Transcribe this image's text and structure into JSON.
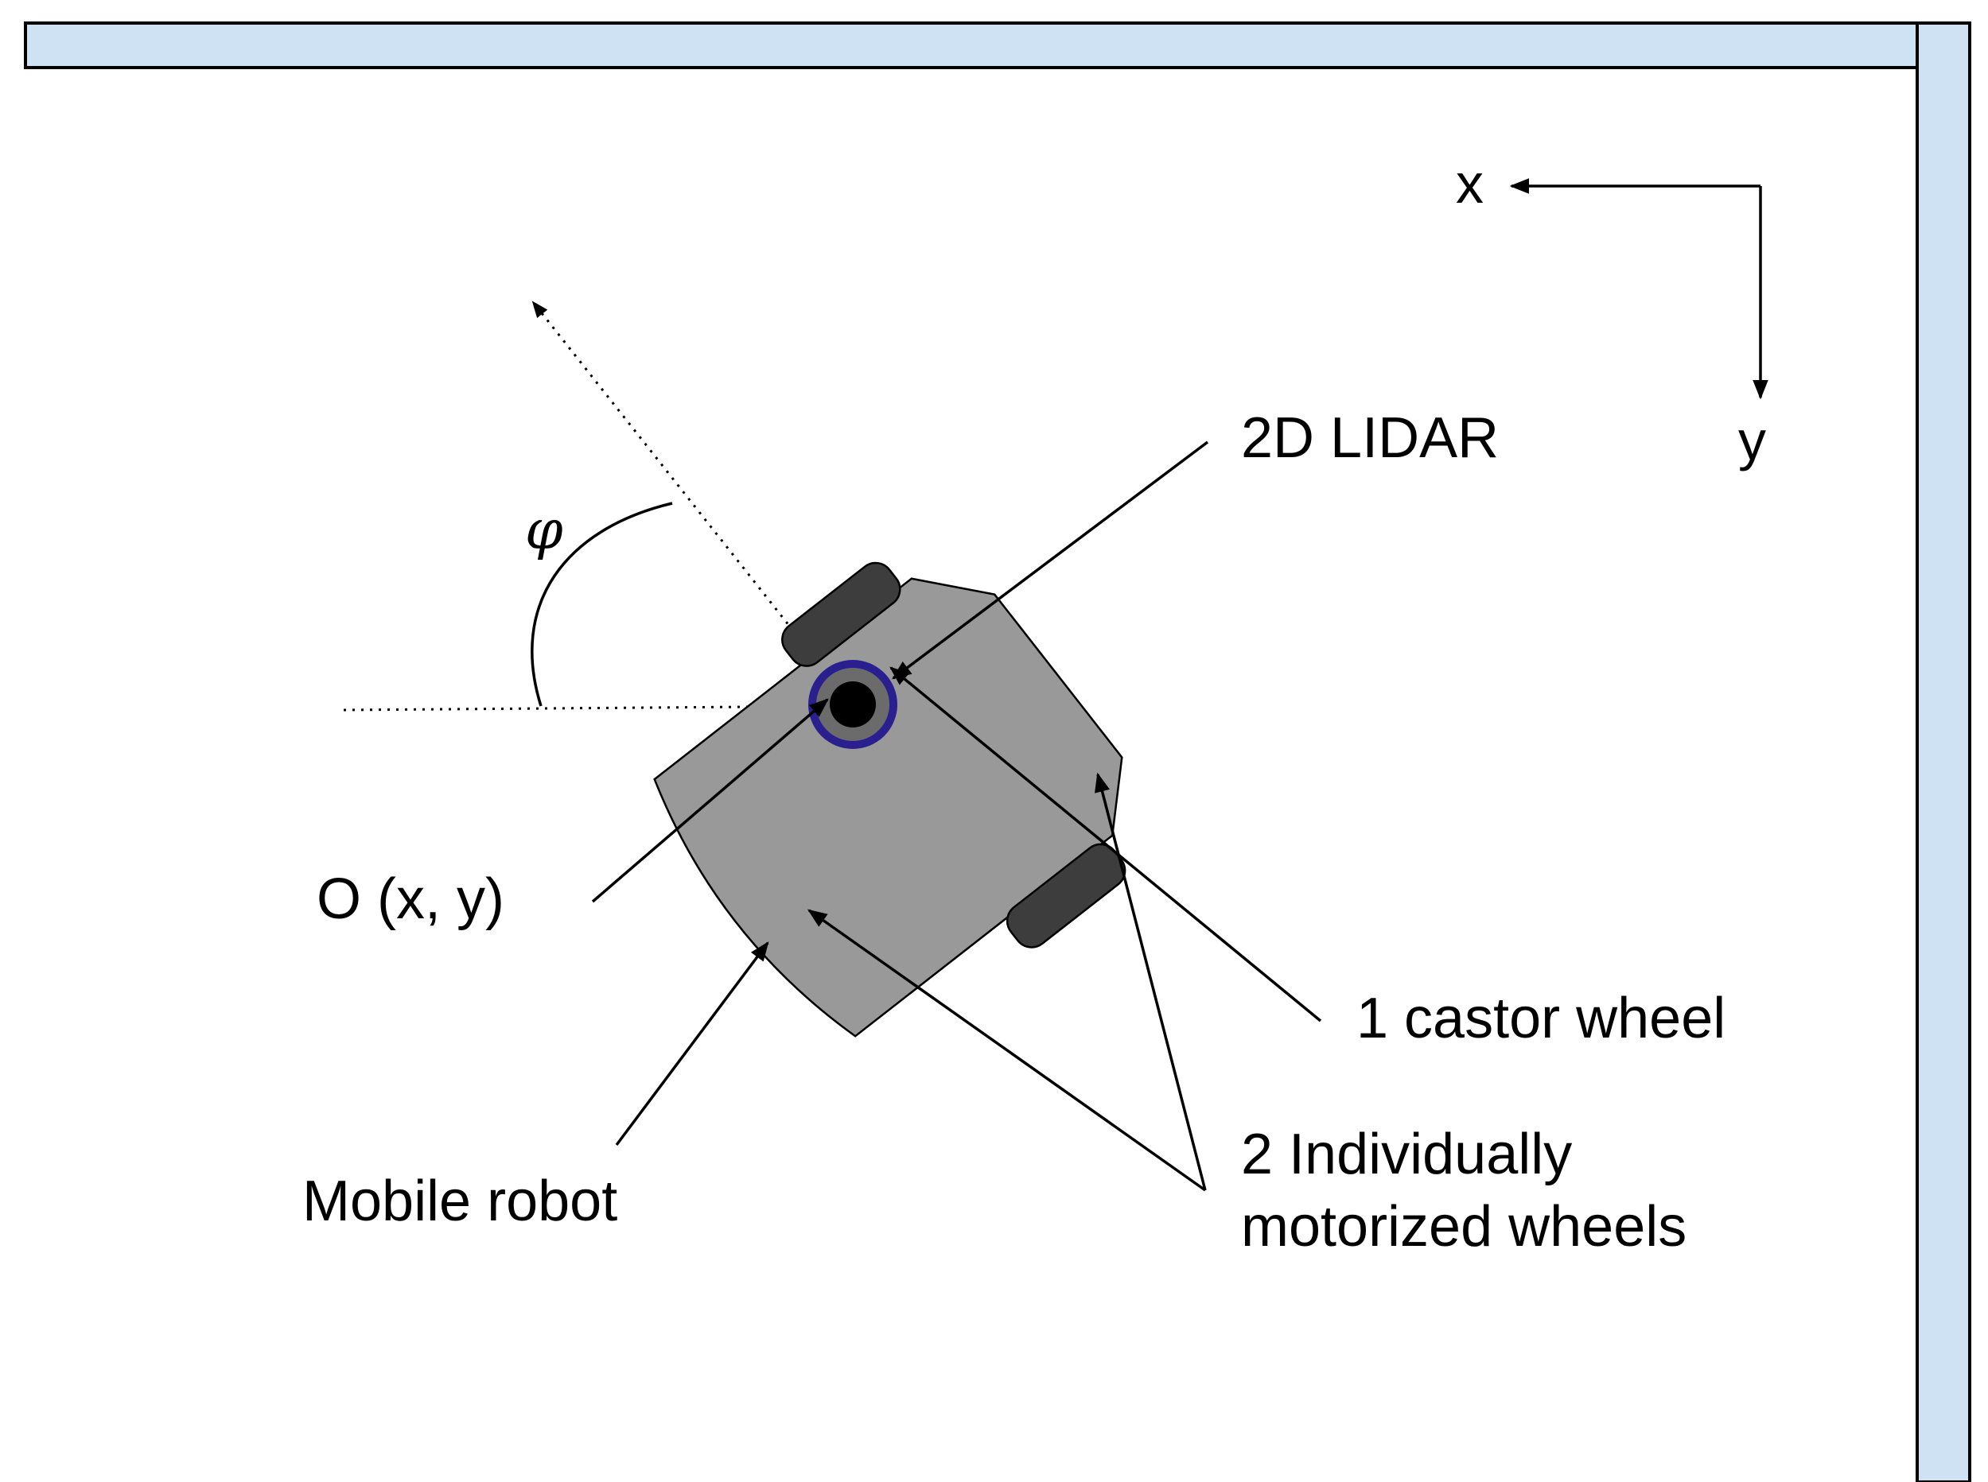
{
  "colors": {
    "wall_fill": "#cfe2f3",
    "wall_stroke": "#000000",
    "robot_body": "#999999",
    "wheel": "#3d3d3d",
    "lidar_ring": "#2a1f8f",
    "lidar_inner": "#6b6b6b",
    "lidar_core": "#000000"
  },
  "axes": {
    "x_label": "x",
    "y_label": "y"
  },
  "angle": {
    "symbol": "φ"
  },
  "labels": {
    "lidar": "2D LIDAR",
    "origin": "O (x, y)",
    "castor": "1 castor wheel",
    "motorized_line1": "2 Individually",
    "motorized_line2": "motorized wheels",
    "robot": "Mobile robot"
  },
  "icons": {
    "robot": "mobile-robot-icon",
    "wall": "wall-icon",
    "wheel": "wheel-icon",
    "lidar": "lidar-sensor-icon"
  }
}
